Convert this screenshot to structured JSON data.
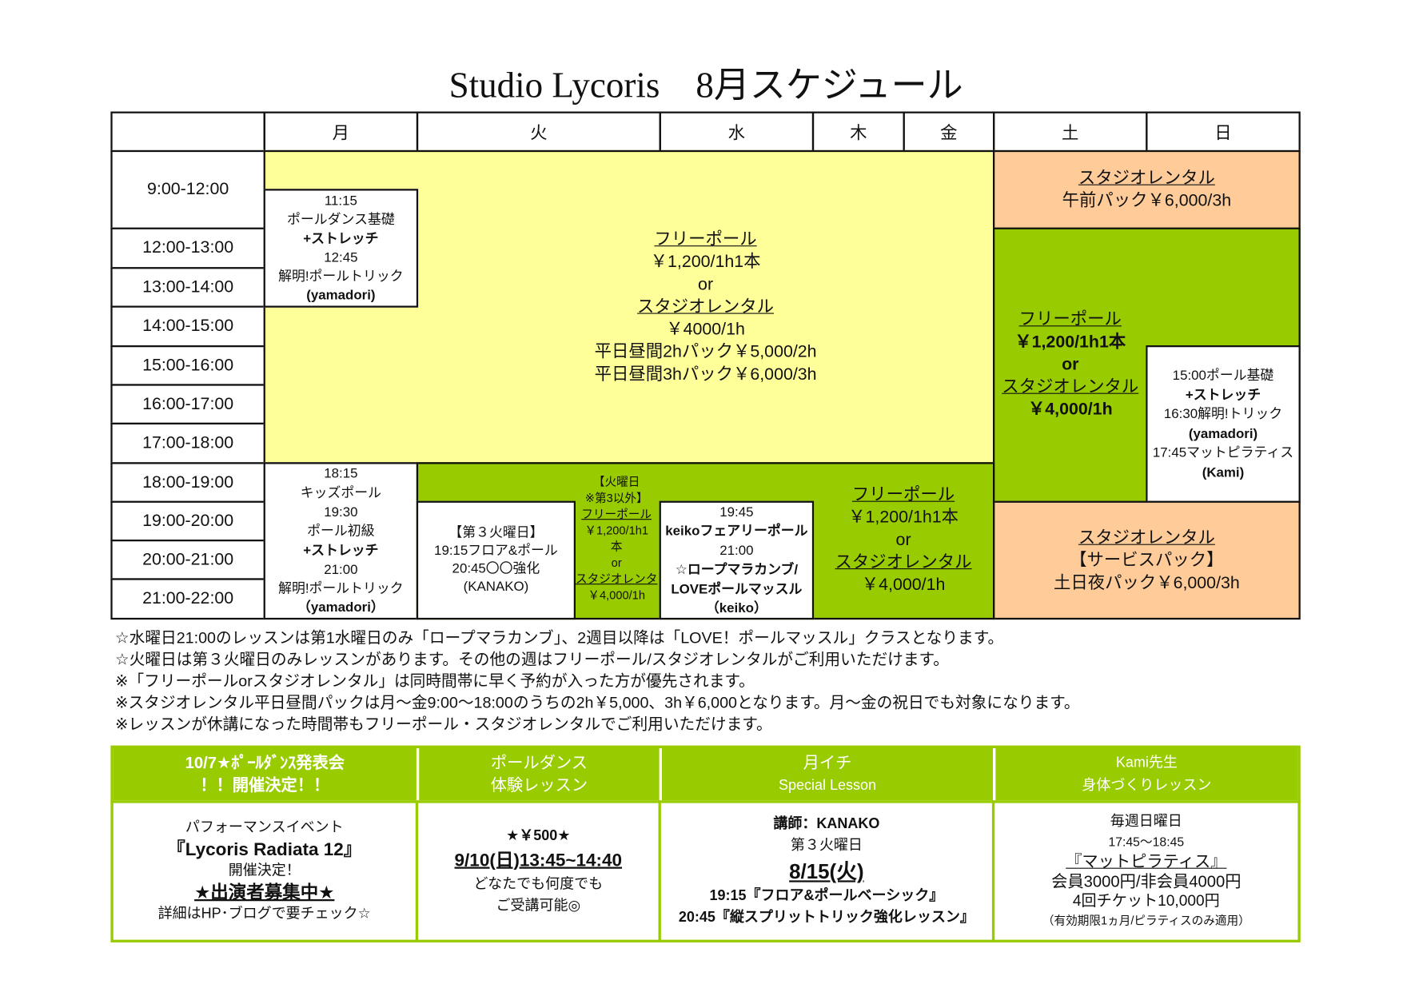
{
  "title": "Studio Lycoris　8月スケジュール",
  "days": [
    "月",
    "火",
    "水",
    "木",
    "金",
    "土",
    "日"
  ],
  "times": [
    "9:00-12:00",
    "12:00-13:00",
    "13:00-14:00",
    "14:00-15:00",
    "15:00-16:00",
    "16:00-17:00",
    "17:00-18:00",
    "18:00-19:00",
    "19:00-20:00",
    "20:00-21:00",
    "21:00-22:00"
  ],
  "weekday_day": {
    "l1": "フリーポール",
    "l2": "￥1,200/1h1本",
    "l3": "or",
    "l4": "スタジオレンタル",
    "l5": "￥4000/1h",
    "l6": "平日昼間2hパック￥5,000/2h",
    "l7": "平日昼間3hパック￥6,000/3h"
  },
  "mon_morning": [
    "11:15",
    "ポールダンス基礎",
    "+ストレッチ",
    "12:45",
    "解明!ポールトリック",
    "(yamadori)"
  ],
  "weekend_morning": {
    "l1": "スタジオレンタル",
    "l2": "午前パック￥6,000/3h"
  },
  "weekend_day": {
    "l1": "フリーポール",
    "l2": "￥1,200/1h1本",
    "l3": "or",
    "l4": "スタジオレンタル",
    "l5": "￥4,000/1h"
  },
  "sun_lesson": [
    "15:00ポール基礎",
    "+ストレッチ",
    "16:30解明!トリック",
    "(yamadori)",
    "17:45マットピラティス",
    "(Kami)"
  ],
  "weekend_night": {
    "l1": "スタジオレンタル",
    "l2": "【サービスパック】",
    "l3": "土日夜パック￥6,000/3h"
  },
  "mon_evening": [
    "18:15",
    "キッズポール",
    "19:30",
    "ポール初級",
    "+ストレッチ",
    "21:00",
    "解明!ポールトリック",
    "（yamadori）"
  ],
  "tue_third": [
    "【第３火曜日】",
    "19:15フロア&ポール",
    "20:45〇〇強化",
    "(KANAKO)"
  ],
  "tue_other": {
    "l1": "【火曜日",
    "l2": "※第3以外】",
    "l3": "フリーポール",
    "l4": "￥1,200/1h1",
    "l5": "本",
    "l6": "or",
    "l7": "スタジオレンタ",
    "l8": "￥4,000/1h"
  },
  "wed_evening": [
    "19:45",
    "keikoフェアリーポール",
    "21:00",
    "☆ロープマラカンブ/",
    "LOVEポールマッスル",
    "（keiko）"
  ],
  "thu_fri_evening": {
    "l1": "フリーポール",
    "l2": "￥1,200/1h1本",
    "l3": "or",
    "l4": "スタジオレンタル",
    "l5": "￥4,000/1h"
  },
  "notes": [
    "☆水曜日21:00のレッスンは第1水曜日のみ「ロープマラカンブ」、2週目以降は「LOVE！ポールマッスル」クラスとなります。",
    "☆火曜日は第３火曜日のみレッスンがあります。その他の週はフリーポール/スタジオレンタルがご利用いただけます。",
    "※「フリーポールorスタジオレンタル」は同時間帯に早く予約が入った方が優先されます。",
    "※スタジオレンタル平日昼間パックは月～金9:00～18:00のうちの2h￥5,000、3h￥6,000となります。月～金の祝日でも対象になります。",
    "※レッスンが休講になった時間帯もフリーポール・スタジオレンタルでご利用いただけます。"
  ],
  "events": [
    {
      "h1": "10/7★ﾎﾟｰﾙﾀﾞﾝｽ発表会",
      "h2": "！！開催決定！！",
      "b": [
        "パフォーマンスイベント",
        "『Lycoris Radiata 12』",
        "開催決定！",
        "★出演者募集中★",
        "詳細はHP･ブログで要チェック☆"
      ]
    },
    {
      "h1": "ポールダンス",
      "h2": "体験レッスン",
      "b": [
        "★￥500★",
        "9/10(日)13:45~14:40",
        "どなたでも何度でも",
        "ご受講可能◎"
      ]
    },
    {
      "h1": "月イチ",
      "h2": "Special Lesson",
      "b": [
        "講師：KANAKO",
        "第３火曜日",
        "8/15(火)",
        "19:15『フロア&ポールベーシック』",
        "20:45『縦スプリットトリック強化レッスン』"
      ]
    },
    {
      "h1": "Kami先生",
      "h2": "身体づくりレッスン",
      "b": [
        "毎週日曜日",
        "17:45～18:45",
        "『マットピラティス』",
        "会員3000円/非会員4000円",
        "4回チケット10,000円",
        "（有効期限1ヵ月/ピラティスのみ適用）"
      ]
    }
  ]
}
